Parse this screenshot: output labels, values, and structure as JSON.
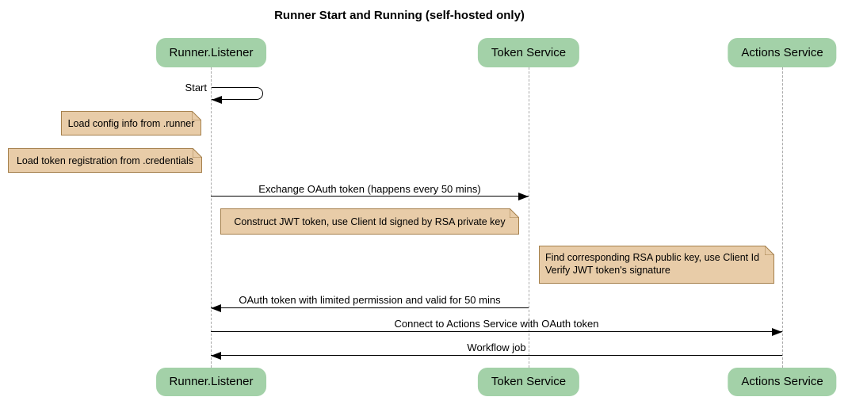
{
  "diagram": {
    "type": "sequence-diagram",
    "title": "Runner Start and Running (self-hosted only)"
  },
  "participants": [
    {
      "label": "Runner.Listener"
    },
    {
      "label": "Token Service"
    },
    {
      "label": "Actions Service"
    }
  ],
  "messages": [
    {
      "label": "Start",
      "from": "Runner.Listener",
      "to": "Runner.Listener",
      "kind": "self"
    },
    {
      "label": "Exchange OAuth token (happens every 50 mins)",
      "from": "Runner.Listener",
      "to": "Token Service",
      "kind": "solid-right"
    },
    {
      "label": "OAuth token with limited permission and valid for 50 mins",
      "from": "Token Service",
      "to": "Runner.Listener",
      "kind": "solid-left"
    },
    {
      "label": "Connect to Actions Service with OAuth token",
      "from": "Runner.Listener",
      "to": "Actions Service",
      "kind": "solid-right"
    },
    {
      "label": "Workflow job",
      "from": "Actions Service",
      "to": "Runner.Listener",
      "kind": "solid-left"
    }
  ],
  "notes": [
    {
      "lines": [
        "Load config info from .runner"
      ],
      "position": "left of Runner.Listener"
    },
    {
      "lines": [
        "Load token registration from .credentials"
      ],
      "position": "left of Runner.Listener"
    },
    {
      "lines": [
        "Construct JWT token, use Client Id signed by RSA private key"
      ],
      "position": "right of Runner.Listener"
    },
    {
      "lines": [
        "Find corresponding RSA public key, use Client Id",
        "Verify JWT token's signature"
      ],
      "position": "right of Token Service"
    }
  ],
  "colors": {
    "participant_fill": "#A3D1A8",
    "note_fill": "#E8CCA8",
    "note_border": "#A5804C",
    "lifeline": "#AAAAAA",
    "message_line": "#000000",
    "background": "#FFFFFF"
  }
}
